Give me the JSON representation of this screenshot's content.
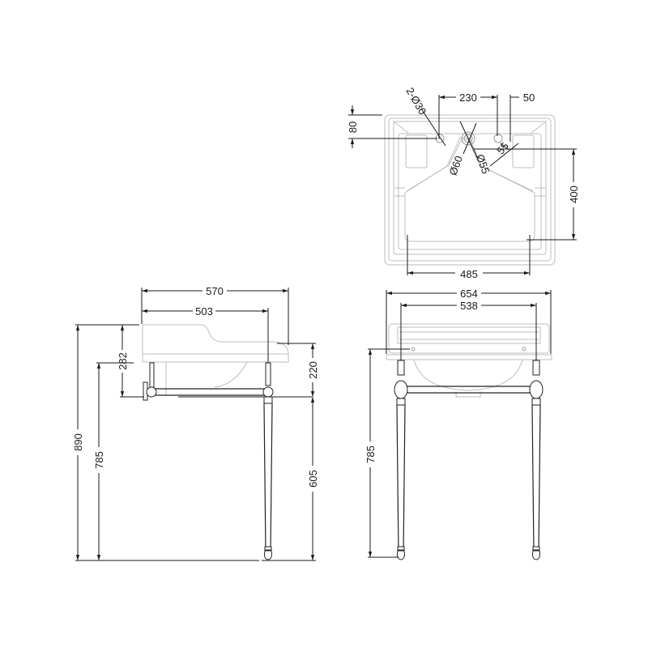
{
  "drawing": {
    "colors": {
      "dimension_line": "#1a1a1a",
      "object_line": "#bdbdbd",
      "legs": "#222222",
      "background": "#ffffff"
    },
    "top_view": {
      "labels": {
        "tap_holes": "2-Ø30",
        "hole_spacing": "230",
        "hole_offset": "50",
        "back_to_hole": "80",
        "waste_outer": "Ø60",
        "waste_inner": "Ø55",
        "waste_offset": "55",
        "bowl_depth": "400",
        "bowl_width": "485"
      }
    },
    "side_view": {
      "labels": {
        "overall_depth": "570",
        "leg_centers_depth": "503",
        "basin_height": "282",
        "front_height": "220",
        "overall_height": "890",
        "rim_height": "785",
        "rail_height": "605"
      }
    },
    "front_view": {
      "labels": {
        "overall_width": "654",
        "leg_centers_width": "538",
        "rim_height": "785"
      }
    }
  }
}
